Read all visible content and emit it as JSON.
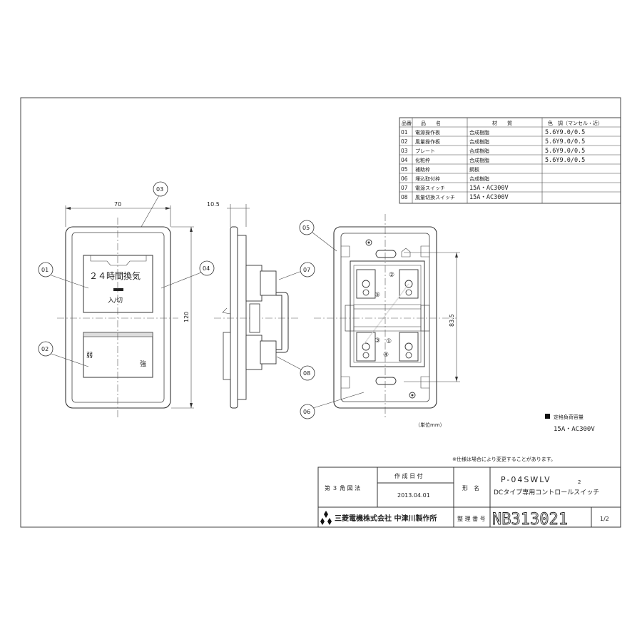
{
  "parts_table": {
    "headers": [
      "品番",
      "品　　名",
      "材　　質",
      "色　調（マンセル・近）"
    ],
    "rows": [
      {
        "no": "01",
        "name": "電源操作板",
        "material": "合成樹脂",
        "color": "5.6Y9.0/0.5"
      },
      {
        "no": "02",
        "name": "風量操作板",
        "material": "合成樹脂",
        "color": "5.6Y9.0/0.5"
      },
      {
        "no": "03",
        "name": "プレート",
        "material": "合成樹脂",
        "color": "5.6Y9.0/0.5"
      },
      {
        "no": "04",
        "name": "化粧枠",
        "material": "合成樹脂",
        "color": "5.6Y9.0/0.5"
      },
      {
        "no": "05",
        "name": "補助枠",
        "material": "鋼板",
        "color": ""
      },
      {
        "no": "06",
        "name": "埋込取付枠",
        "material": "合成樹脂",
        "color": ""
      },
      {
        "no": "07",
        "name": "電源スイッチ",
        "material": "15A・AC300V",
        "color": ""
      },
      {
        "no": "08",
        "name": "風量切換スイッチ",
        "material": "15A・AC300V",
        "color": ""
      }
    ]
  },
  "front_view": {
    "dim_width": "70",
    "dim_height": "120",
    "switch_top_label": "２４時間換気",
    "switch_top_sub": "入/切",
    "switch_bottom_left": "弱",
    "switch_bottom_right": "強"
  },
  "side_view": {
    "dim_depth": "10.5"
  },
  "back_view": {
    "dim_pitch": "83.5",
    "terminals": [
      "①",
      "②",
      "③",
      "④",
      "⑤"
    ]
  },
  "callouts": [
    "01",
    "02",
    "03",
    "04",
    "05",
    "06",
    "07",
    "08"
  ],
  "unit_note": "（単位mm）",
  "rating": {
    "title": "定格負荷容量",
    "value": "15A・AC300V"
  },
  "spec_note": "※仕様は場合により変更することがあります。",
  "title_block": {
    "projection": "第 ３ 角 図 法",
    "date_label": "作 成 日 付",
    "date_value": "2013.04.01",
    "model_label": "形　名",
    "model_value": "P-04SWLV",
    "model_sub": "2",
    "description": "DCタイプ専用コントロールスイッチ",
    "company": "三菱電機株式会社 中津川製作所",
    "number_label": "整 理 番 号",
    "number_value": "NB313021",
    "page": "1/2"
  }
}
